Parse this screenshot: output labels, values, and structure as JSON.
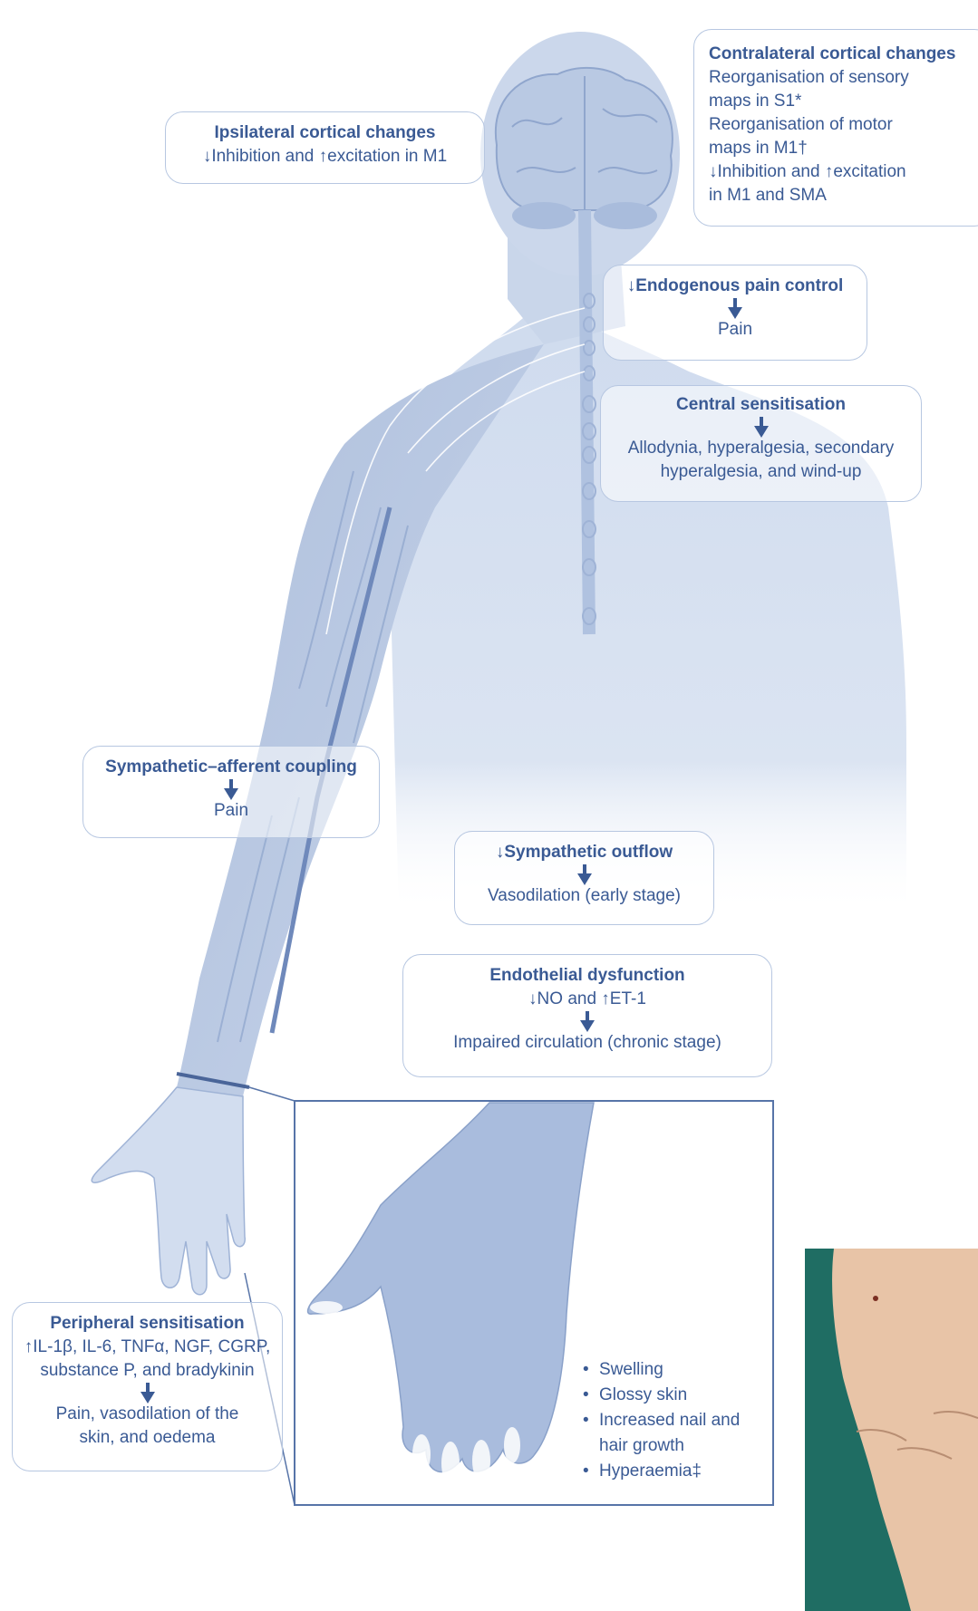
{
  "colors": {
    "text": "#3a5a94",
    "figure": "#c9d6ea",
    "figure_dark": "#8ea5cc",
    "box_border": "#b7c7e1",
    "photo_bg": "#1f6d63",
    "skin": "#e8c4a7"
  },
  "contralateral": {
    "title": "Contralateral cortical changes",
    "lines": [
      "Reorganisation of sensory",
      "maps in S1*",
      "Reorganisation of motor",
      "maps in M1†",
      "↓Inhibition and ↑excitation",
      "in M1 and SMA"
    ]
  },
  "ipsilateral": {
    "title": "Ipsilateral cortical changes",
    "line": "↓Inhibition and ↑excitation in M1"
  },
  "endogenous": {
    "title": "↓Endogenous pain control",
    "result": "Pain"
  },
  "central": {
    "title": "Central sensitisation",
    "result_lines": [
      "Allodynia, hyperalgesia, secondary",
      "hyperalgesia, and wind-up"
    ]
  },
  "sympathetic_afferent": {
    "title": "Sympathetic–afferent coupling",
    "result": "Pain"
  },
  "sympathetic_outflow": {
    "title": "↓Sympathetic outflow",
    "result": "Vasodilation (early stage)"
  },
  "endothelial": {
    "title": "Endothelial dysfunction",
    "line": "↓NO and ↑ET-1",
    "result": "Impaired circulation (chronic stage)"
  },
  "peripheral": {
    "title": "Peripheral sensitisation",
    "lines": [
      "↑IL-1β, IL-6, TNFα, NGF, CGRP,",
      "substance P, and bradykinin"
    ],
    "result_lines": [
      "Pain, vasodilation of the",
      "skin, and oedema"
    ]
  },
  "hand_signs": [
    "Swelling",
    "Glossy skin",
    "Increased nail and",
    "hair growth",
    "Hyperaemia‡"
  ],
  "icons": [
    "down-arrow-icon"
  ]
}
